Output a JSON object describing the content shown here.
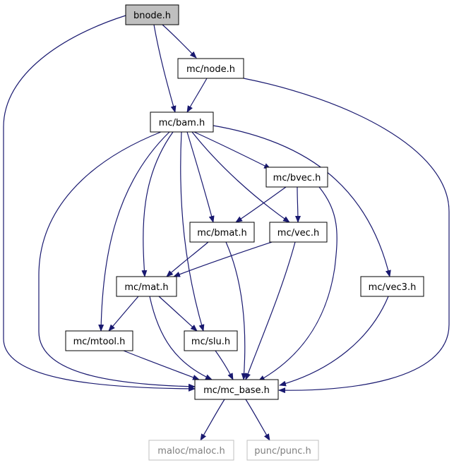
{
  "colors": {
    "edge": "#191970",
    "node_border": "#000000",
    "root_fill": "#bfbfbf",
    "node_fill": "#ffffff",
    "external_border": "#bfbfbf",
    "external_text": "#7f7f7f"
  },
  "nodes": [
    {
      "id": "bnode_h",
      "label": "bnode.h",
      "kind": "root"
    },
    {
      "id": "mc_node_h",
      "label": "mc/node.h",
      "kind": "normal"
    },
    {
      "id": "mc_bam_h",
      "label": "mc/bam.h",
      "kind": "normal"
    },
    {
      "id": "mc_bvec_h",
      "label": "mc/bvec.h",
      "kind": "normal"
    },
    {
      "id": "mc_bmat_h",
      "label": "mc/bmat.h",
      "kind": "normal"
    },
    {
      "id": "mc_vec_h",
      "label": "mc/vec.h",
      "kind": "normal"
    },
    {
      "id": "mc_mat_h",
      "label": "mc/mat.h",
      "kind": "normal"
    },
    {
      "id": "mc_vec3_h",
      "label": "mc/vec3.h",
      "kind": "normal"
    },
    {
      "id": "mc_mtool_h",
      "label": "mc/mtool.h",
      "kind": "normal"
    },
    {
      "id": "mc_slu_h",
      "label": "mc/slu.h",
      "kind": "normal"
    },
    {
      "id": "mc_mc_base_h",
      "label": "mc/mc_base.h",
      "kind": "normal"
    },
    {
      "id": "maloc_maloc_h",
      "label": "maloc/maloc.h",
      "kind": "external"
    },
    {
      "id": "punc_punc_h",
      "label": "punc/punc.h",
      "kind": "external"
    }
  ],
  "edges": [
    {
      "from": "bnode_h",
      "to": "mc_node_h"
    },
    {
      "from": "bnode_h",
      "to": "mc_bam_h"
    },
    {
      "from": "bnode_h",
      "to": "mc_mc_base_h"
    },
    {
      "from": "mc_node_h",
      "to": "mc_bam_h"
    },
    {
      "from": "mc_node_h",
      "to": "mc_mc_base_h"
    },
    {
      "from": "mc_bam_h",
      "to": "mc_bvec_h"
    },
    {
      "from": "mc_bam_h",
      "to": "mc_bmat_h"
    },
    {
      "from": "mc_bam_h",
      "to": "mc_vec_h"
    },
    {
      "from": "mc_bam_h",
      "to": "mc_mat_h"
    },
    {
      "from": "mc_bam_h",
      "to": "mc_vec3_h"
    },
    {
      "from": "mc_bam_h",
      "to": "mc_mtool_h"
    },
    {
      "from": "mc_bam_h",
      "to": "mc_slu_h"
    },
    {
      "from": "mc_bam_h",
      "to": "mc_mc_base_h"
    },
    {
      "from": "mc_bvec_h",
      "to": "mc_bmat_h"
    },
    {
      "from": "mc_bvec_h",
      "to": "mc_vec_h"
    },
    {
      "from": "mc_bvec_h",
      "to": "mc_mc_base_h"
    },
    {
      "from": "mc_bmat_h",
      "to": "mc_mat_h"
    },
    {
      "from": "mc_bmat_h",
      "to": "mc_mc_base_h"
    },
    {
      "from": "mc_vec_h",
      "to": "mc_mat_h"
    },
    {
      "from": "mc_vec_h",
      "to": "mc_mc_base_h"
    },
    {
      "from": "mc_mat_h",
      "to": "mc_mtool_h"
    },
    {
      "from": "mc_mat_h",
      "to": "mc_slu_h"
    },
    {
      "from": "mc_mat_h",
      "to": "mc_mc_base_h"
    },
    {
      "from": "mc_vec3_h",
      "to": "mc_mc_base_h"
    },
    {
      "from": "mc_mtool_h",
      "to": "mc_mc_base_h"
    },
    {
      "from": "mc_slu_h",
      "to": "mc_mc_base_h"
    },
    {
      "from": "mc_mc_base_h",
      "to": "maloc_maloc_h"
    },
    {
      "from": "mc_mc_base_h",
      "to": "punc_punc_h"
    }
  ]
}
